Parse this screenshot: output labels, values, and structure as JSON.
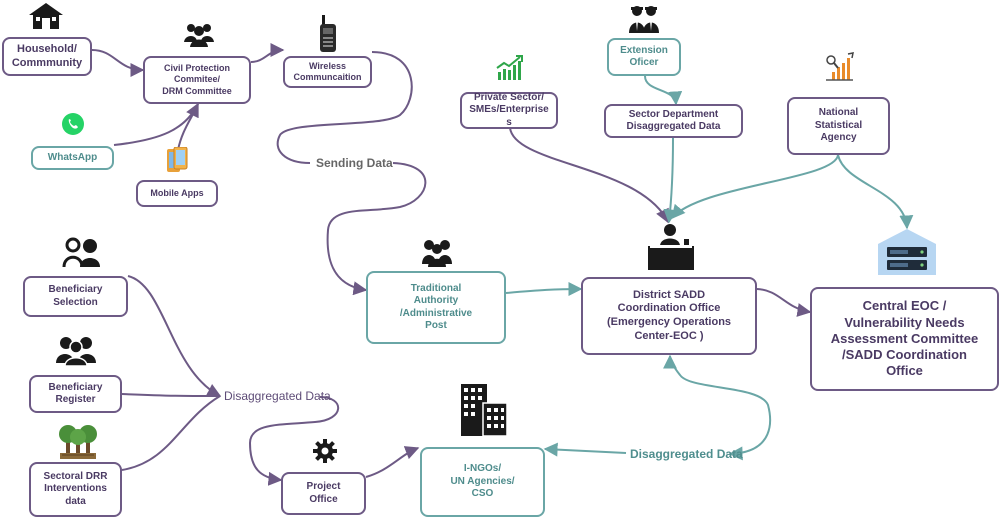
{
  "colors": {
    "purple": "#6d5a85",
    "teal": "#6aa6a6",
    "icon_dark": "#1a1a1a"
  },
  "nodes": {
    "household": "Household/\nCommmunity",
    "civil_protection": "Civil Protection\nCommitee/\nDRM Committee",
    "wireless": "Wireless\nCommuncaition",
    "whatsapp": "WhatsApp",
    "mobile_apps": "Mobile Apps",
    "private_sector": "Private Sector/\nSMEs/Enterprise\ns",
    "extension_officer": "Extension\nOficer",
    "sector_department": "Sector Department\nDisaggregated Data",
    "national_statistical": "National\nStatistical\nAgency",
    "traditional_authority": "Traditional\nAuthority\n/Administrative\nPost",
    "district_sadd": "District SADD\nCoordination Office\n(Emergency Operations\nCenter-EOC )",
    "central_eoc": "Central EOC /\nVulnerability Needs\nAssessment Committee\n/SADD Coordination\nOffice",
    "beneficiary_selection": "Beneficiary\nSelection",
    "beneficiary_register": "Beneficiary\nRegister",
    "sectoral_drr": "Sectoral DRR\nInterventions\ndata",
    "project_office": "Project\nOffice",
    "ingos": "I-NGOs/\nUN Agencies/\nCSO"
  },
  "labels": {
    "sending_data": "Sending Data",
    "disaggregated_left": "Disaggregated Data",
    "disaggregated_right": "Disaggregated Data"
  },
  "icons": [
    "house-icon",
    "group-icon",
    "radio-icon",
    "whatsapp-icon",
    "mobile-phone-icon",
    "growth-chart-icon",
    "officers-icon",
    "statistics-chart-icon",
    "desk-officer-icon",
    "server-icon",
    "leaders-icon",
    "beneficiaries-icon",
    "register-people-icon",
    "trees-icon",
    "gear-icon",
    "buildings-icon"
  ]
}
